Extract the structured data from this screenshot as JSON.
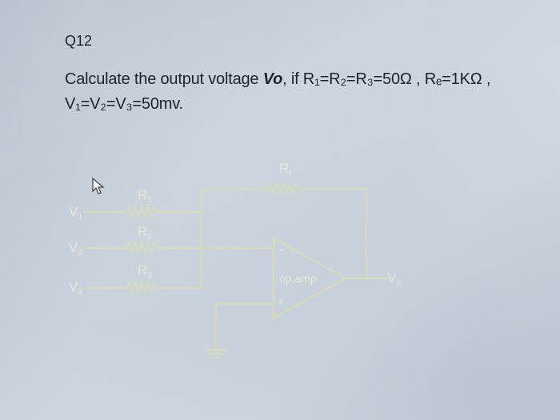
{
  "question": {
    "number": "Q12",
    "line1_prefix": "Calculate the output voltage ",
    "line1_vo": "Vo",
    "line1_suffix": ", if R₁=R₂=R₃=50Ω , Rₑ=1KΩ ,",
    "line2": "V₁=V₂=V₃=50mv."
  },
  "circuit": {
    "inputs": [
      {
        "voltage": "V",
        "sub": "1",
        "resistor": "R",
        "rsub": "1"
      },
      {
        "voltage": "V",
        "sub": "2",
        "resistor": "R",
        "rsub": "2"
      },
      {
        "voltage": "V",
        "sub": "3",
        "resistor": "R",
        "rsub": "3"
      }
    ],
    "feedback": {
      "resistor": "R",
      "rsub": "f"
    },
    "opamp_label": "op.amp",
    "minus_sign": "−",
    "plus_sign": "+",
    "output": {
      "voltage": "V",
      "sub": "o"
    },
    "wire_color": "#d9ddb3"
  },
  "icons": [
    "mouse-cursor-icon",
    "ground-icon"
  ]
}
